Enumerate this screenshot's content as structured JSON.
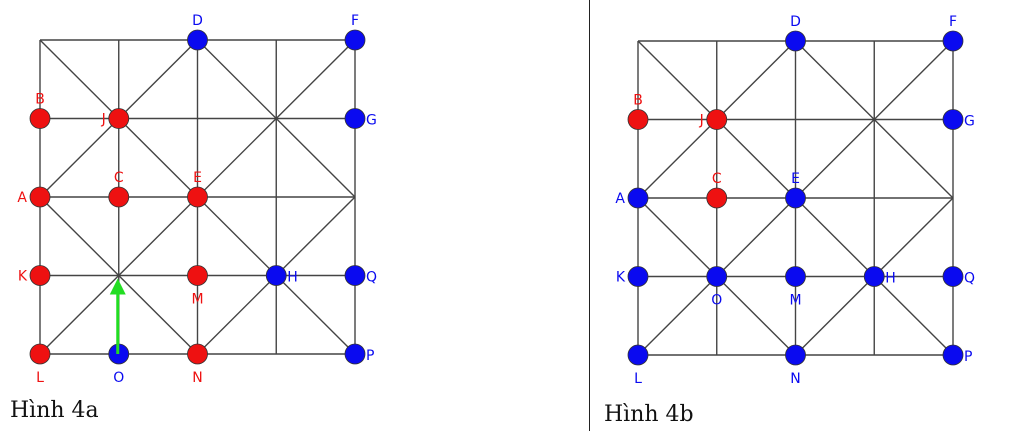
{
  "figures": [
    {
      "caption": "Hình 4a",
      "points": [
        {
          "label": "D",
          "col": 2,
          "row": 0,
          "color": "blue",
          "label_side": "above"
        },
        {
          "label": "F",
          "col": 4,
          "row": 0,
          "color": "blue",
          "label_side": "above"
        },
        {
          "label": "B",
          "col": 0,
          "row": 1,
          "color": "red",
          "label_side": "above"
        },
        {
          "label": "J",
          "col": 1,
          "row": 1,
          "color": "red",
          "label_side": "left"
        },
        {
          "label": "G",
          "col": 4,
          "row": 1,
          "color": "blue",
          "label_side": "right"
        },
        {
          "label": "A",
          "col": 0,
          "row": 2,
          "color": "red",
          "label_side": "left"
        },
        {
          "label": "C",
          "col": 1,
          "row": 2,
          "color": "red",
          "label_side": "above"
        },
        {
          "label": "E",
          "col": 2,
          "row": 2,
          "color": "red",
          "label_side": "above"
        },
        {
          "label": "K",
          "col": 0,
          "row": 3,
          "color": "red",
          "label_side": "left"
        },
        {
          "label": "M",
          "col": 2,
          "row": 3,
          "color": "red",
          "label_side": "below"
        },
        {
          "label": "H",
          "col": 3,
          "row": 3,
          "color": "blue",
          "label_side": "right"
        },
        {
          "label": "Q",
          "col": 4,
          "row": 3,
          "color": "blue",
          "label_side": "right"
        },
        {
          "label": "L",
          "col": 0,
          "row": 4,
          "color": "red",
          "label_side": "below"
        },
        {
          "label": "O",
          "col": 1,
          "row": 4,
          "color": "blue",
          "label_side": "below"
        },
        {
          "label": "N",
          "col": 2,
          "row": 4,
          "color": "red",
          "label_side": "below"
        },
        {
          "label": "P",
          "col": 4,
          "row": 4,
          "color": "blue",
          "label_side": "right"
        }
      ],
      "arrow": {
        "from": [
          1,
          4
        ],
        "to": [
          1,
          3
        ],
        "color": "#22dd22"
      }
    },
    {
      "caption": "Hình 4b",
      "points": [
        {
          "label": "D",
          "col": 2,
          "row": 0,
          "color": "blue",
          "label_side": "above"
        },
        {
          "label": "F",
          "col": 4,
          "row": 0,
          "color": "blue",
          "label_side": "above"
        },
        {
          "label": "B",
          "col": 0,
          "row": 1,
          "color": "red",
          "label_side": "above"
        },
        {
          "label": "J",
          "col": 1,
          "row": 1,
          "color": "red",
          "label_side": "left"
        },
        {
          "label": "G",
          "col": 4,
          "row": 1,
          "color": "blue",
          "label_side": "right"
        },
        {
          "label": "A",
          "col": 0,
          "row": 2,
          "color": "blue",
          "label_side": "left"
        },
        {
          "label": "C",
          "col": 1,
          "row": 2,
          "color": "red",
          "label_side": "above"
        },
        {
          "label": "E",
          "col": 2,
          "row": 2,
          "color": "blue",
          "label_side": "above"
        },
        {
          "label": "K",
          "col": 0,
          "row": 3,
          "color": "blue",
          "label_side": "left"
        },
        {
          "label": "O",
          "col": 1,
          "row": 3,
          "color": "blue",
          "label_side": "below"
        },
        {
          "label": "M",
          "col": 2,
          "row": 3,
          "color": "blue",
          "label_side": "below"
        },
        {
          "label": "H",
          "col": 3,
          "row": 3,
          "color": "blue",
          "label_side": "right"
        },
        {
          "label": "Q",
          "col": 4,
          "row": 3,
          "color": "blue",
          "label_side": "right"
        },
        {
          "label": "L",
          "col": 0,
          "row": 4,
          "color": "blue",
          "label_side": "below"
        },
        {
          "label": "N",
          "col": 2,
          "row": 4,
          "color": "blue",
          "label_side": "below"
        },
        {
          "label": "P",
          "col": 4,
          "row": 4,
          "color": "blue",
          "label_side": "right"
        }
      ]
    }
  ],
  "colors": {
    "red": "#ee1111",
    "blue": "#0a0af0",
    "line": "#444444"
  }
}
